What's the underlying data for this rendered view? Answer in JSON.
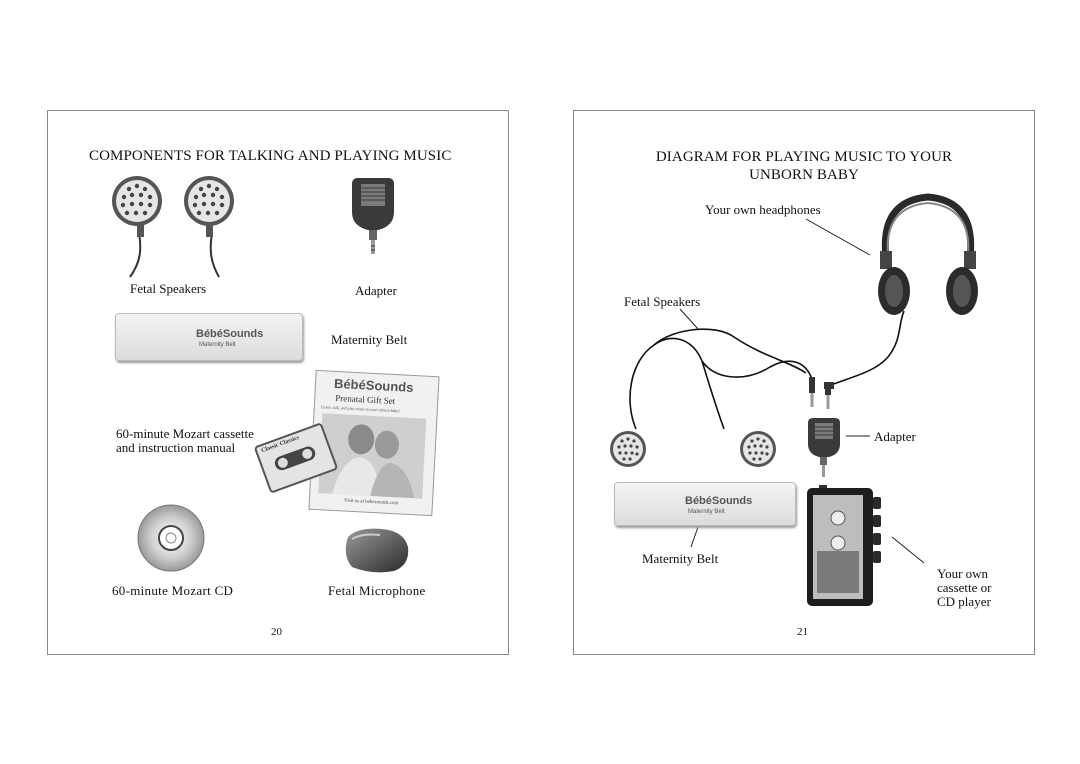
{
  "left_page": {
    "title": "COMPONENTS FOR TALKING AND PLAYING MUSIC",
    "labels": {
      "fetal_speakers": "Fetal Speakers",
      "adapter": "Adapter",
      "maternity_belt": "Maternity Belt",
      "cassette_line1": "60-minute Mozart cassette",
      "cassette_line2": "and instruction manual",
      "cd": "60-minute Mozart CD",
      "microphone": "Fetal Microphone"
    },
    "belt_brand": "BébéSounds",
    "belt_sub": "Maternity Belt",
    "manual": {
      "brand": "BébéSounds",
      "title": "Prenatal Gift Set",
      "tagline": "Listen, talk, and play music to your unborn baby!",
      "footer": "Visit us at bebesounds.com"
    },
    "cassette_label": "Classic Classics",
    "page_number": "20"
  },
  "right_page": {
    "title_line1": "DIAGRAM FOR PLAYING MUSIC TO YOUR",
    "title_line2": "UNBORN BABY",
    "labels": {
      "headphones": "Your own headphones",
      "fetal_speakers": "Fetal Speakers",
      "adapter": "Adapter",
      "maternity_belt": "Maternity Belt",
      "player_line1": "Your own",
      "player_line2": "cassette or",
      "player_line3": "CD player"
    },
    "belt_brand": "BébéSounds",
    "belt_sub": "Maternity Belt",
    "page_number": "21"
  }
}
